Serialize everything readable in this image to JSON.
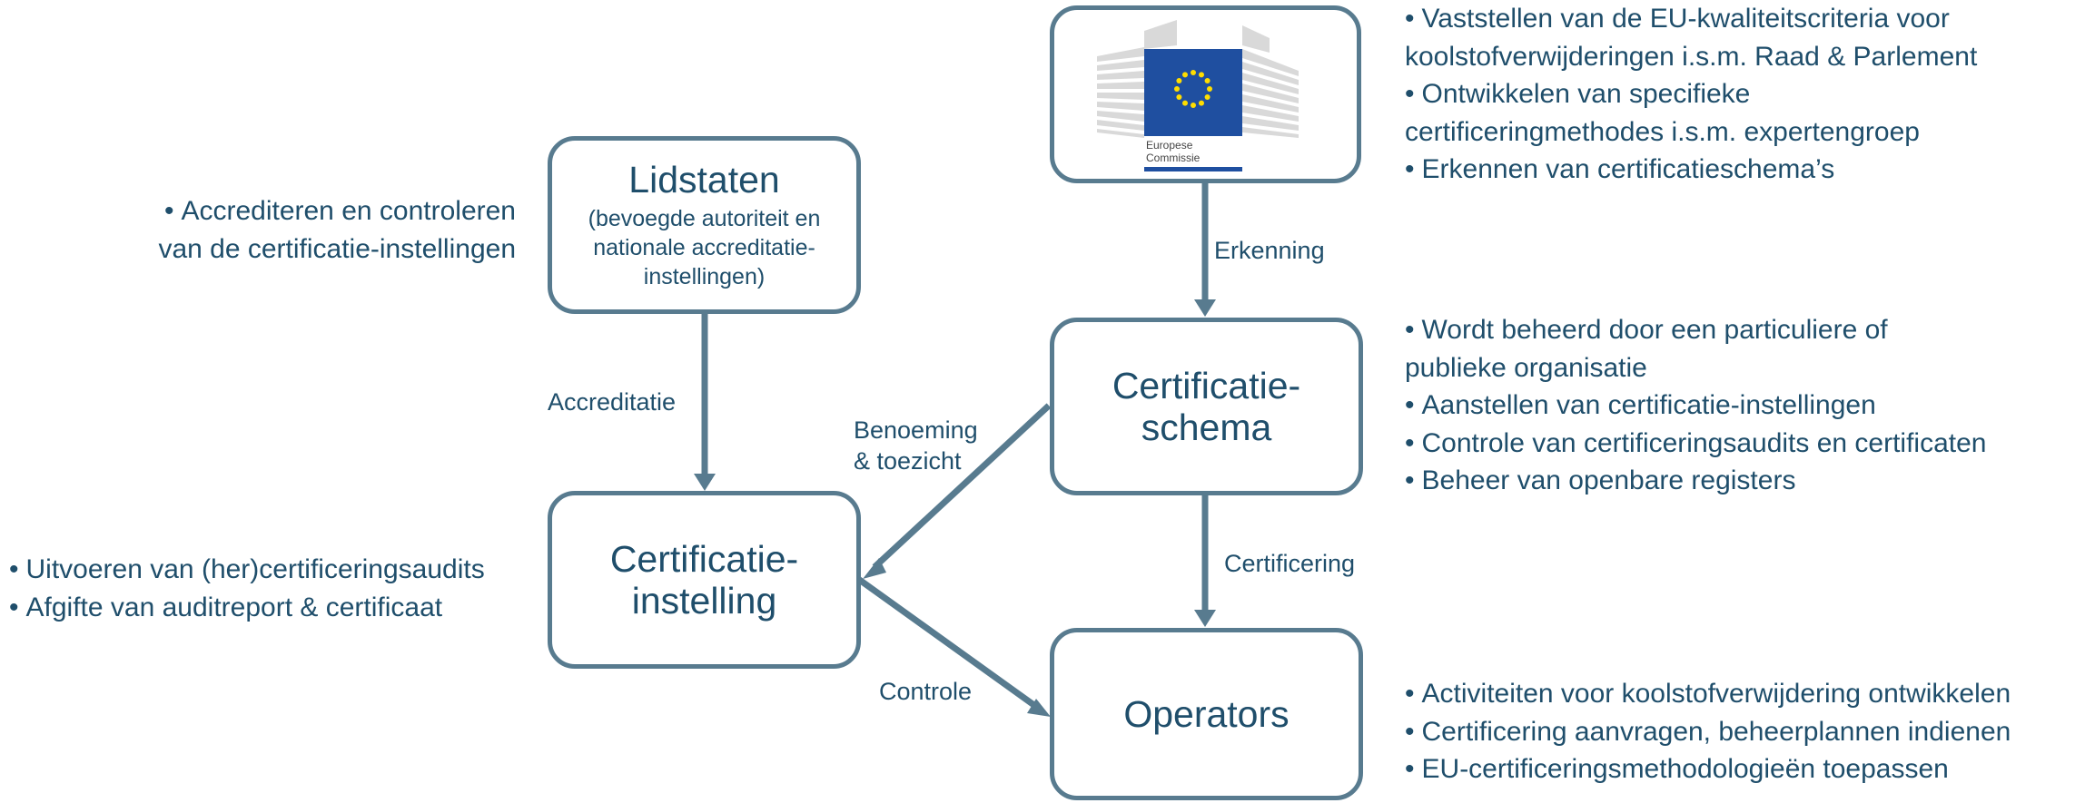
{
  "boxes": {
    "ec": {
      "logo_text": [
        "Europese",
        "Commissie"
      ]
    },
    "lidstaten": {
      "title": "Lidstaten",
      "subtitle": [
        "(bevoegde autoriteit en",
        "nationale accreditatie-",
        "instellingen)"
      ]
    },
    "schema": {
      "title": [
        "Certificatie-",
        "schema"
      ]
    },
    "instelling": {
      "title": [
        "Certificatie-",
        "instelling"
      ]
    },
    "operators": {
      "title": "Operators"
    }
  },
  "arrow_labels": {
    "erkenning": "Erkenning",
    "accreditatie": "Accreditatie",
    "benoeming": [
      "Benoeming",
      "& toezicht"
    ],
    "certificering": "Certificering",
    "controle": "Controle"
  },
  "bullet_marker": "•",
  "descriptions": {
    "ec": [
      {
        "bullet": true,
        "text": "Vaststellen van de EU-kwaliteitscriteria voor"
      },
      {
        "bullet": false,
        "text": "koolstofverwijderingen i.s.m. Raad & Parlement"
      },
      {
        "bullet": true,
        "text": "Ontwikkelen van specifieke"
      },
      {
        "bullet": false,
        "text": "certificeringmethodes i.s.m. expertengroep"
      },
      {
        "bullet": true,
        "text": "Erkennen van certificatieschema’s"
      }
    ],
    "lidstaten": [
      {
        "bullet": true,
        "text": "Accrediteren en controleren"
      },
      {
        "bullet": false,
        "text": "van de certificatie-instellingen"
      }
    ],
    "schema": [
      {
        "bullet": true,
        "text": "Wordt beheerd door een particuliere of"
      },
      {
        "bullet": false,
        "text": "publieke organisatie"
      },
      {
        "bullet": true,
        "text": "Aanstellen van certificatie-instellingen"
      },
      {
        "bullet": true,
        "text": "Controle van certificeringsaudits en certificaten"
      },
      {
        "bullet": true,
        "text": "Beheer van openbare registers"
      }
    ],
    "instelling": [
      {
        "bullet": true,
        "text": "Uitvoeren van (her)certificeringsaudits"
      },
      {
        "bullet": true,
        "text": "Afgifte van auditreport & certificaat"
      }
    ],
    "operators": [
      {
        "bullet": true,
        "text": "Activiteiten voor koolstofverwijdering ontwikkelen"
      },
      {
        "bullet": true,
        "text": "Certificering aanvragen, beheerplannen indienen"
      },
      {
        "bullet": true,
        "text": "EU-certificeringsmethodologieën toepassen"
      }
    ]
  },
  "colors": {
    "border": "#587b8f",
    "text": "#1f4e6b",
    "arrow": "#587b8f",
    "eu_blue": "#1f4fa0",
    "eu_star": "#ffdd00"
  }
}
